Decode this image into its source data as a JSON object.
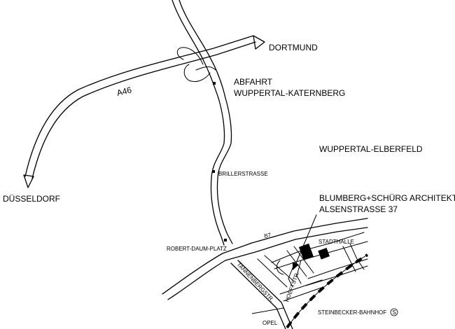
{
  "labels": {
    "dortmund": "DORTMUND",
    "abfahrt_line1": "ABFAHRT",
    "abfahrt_line2": "WUPPERTAL-KATERNBERG",
    "a46": "A46",
    "wuppertal_elberfeld": "WUPPERTAL-ELBERFELD",
    "duesseldorf": "DÜSSELDORF",
    "brillerstrasse": "BRILLERSTRASSE",
    "office_name": "BLUMBERG+SCHÜRG ARCHITEKTEN",
    "office_address": "ALSENSTRASSE 37",
    "b7": "B7",
    "stadthalle": "STADTHALLE",
    "robert_daum_platz": "ROBERT-DAUM-PLATZ",
    "tannenbergstr": "TANNENBERGSTR.",
    "hoeftstr": "HOEFTSTR.",
    "steinbecker_bahnhof": "STEINBECKER-BAHNHOF",
    "s_bahn_symbol": "S",
    "opel": "OPEL"
  }
}
